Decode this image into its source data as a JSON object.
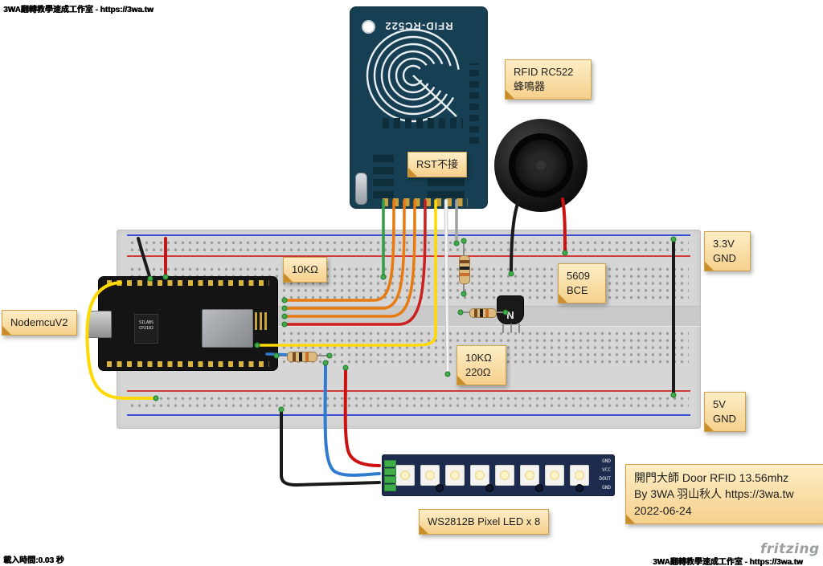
{
  "watermarks": {
    "studio": "3WA翻轉教學速成工作室 - https://3wa.tw",
    "load_time": "載入時間:0.03 秒",
    "fritzing_logo": "fritzing"
  },
  "notes": {
    "rfid_buzzer": "RFID RC522\n蜂鳴器",
    "rst": "RST不接",
    "rail_33": "3.3V\nGND",
    "r10k": "10KΩ",
    "transistor": "5609\nBCE",
    "nodemcu": "NodemcuV2",
    "r10k_220": "10KΩ\n220Ω",
    "rail_5": "5V\nGND",
    "led_strip": "WS2812B Pixel LED x 8",
    "credit": "開門大師 Door RFID 13.56mhz\nBy 3WA 羽山秋人 https://3wa.tw\n2022-06-24"
  },
  "components": {
    "rfid_module_label": "RFID-RC522",
    "transistor_marking": "N",
    "usb_uart_chip": "SILABS\nCP2102",
    "strip_pin_labels": "GND\nVCC\nDOUT\nGND"
  },
  "colors": {
    "note_background": "#f8d48e",
    "rfid_pcb": "#173f54",
    "strip_pcb": "#1d2b4e",
    "breadboard": "#d6d6d6",
    "rail_red": "#d23b3b",
    "rail_blue": "#3b4fd2"
  }
}
